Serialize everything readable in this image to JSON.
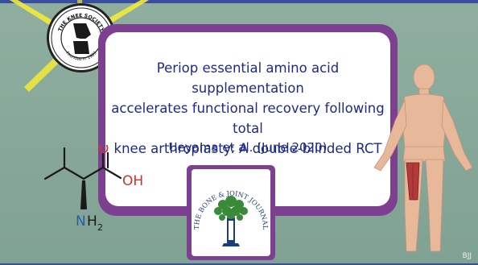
{
  "slide": {
    "title_lines": [
      "Periop essential amino acid supplementation",
      "accelerates functional recovery following total",
      "knee arthroplasty: A double-blinded RCT"
    ],
    "authors": "Ueyama et al. (June 2020)"
  },
  "seal": {
    "top_text": "THE KNEE SOCIETY",
    "bottom_text": "Founded in 1983"
  },
  "journal_logo": {
    "arc_text": "THE BONE & JOINT JOURNAL"
  },
  "molecule": {
    "atom_o": "O",
    "atom_oh": "OH",
    "atom_n": "N",
    "atom_h": "H",
    "subscript_2": "2"
  },
  "watermark": "BJJ",
  "colors": {
    "background": "#86a79a",
    "card_border": "#7d3f8f",
    "text": "#1e2a8a",
    "oxygen": "#d2322d",
    "nitrogen": "#2a5aa8"
  }
}
